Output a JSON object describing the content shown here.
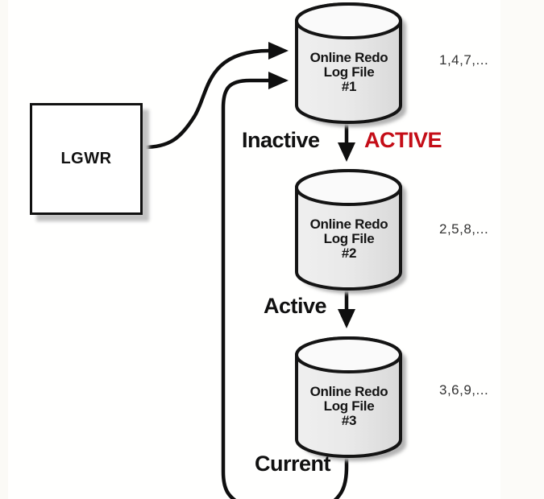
{
  "diagram": {
    "title_hint": "LGWR online redo log rotation",
    "lgwr_label": "LGWR",
    "cylinders": [
      {
        "label": "Online Redo\nLog File\n#1",
        "sequence": "1,4,7,..."
      },
      {
        "label": "Online Redo\nLog File\n#2",
        "sequence": "2,5,8,..."
      },
      {
        "label": "Online Redo\nLog File\n#3",
        "sequence": "3,6,9,..."
      }
    ],
    "states": {
      "inactive": "Inactive",
      "active_caps": "ACTIVE",
      "active": "Active",
      "current": "Current"
    },
    "colors": {
      "active_red": "#c40d17",
      "line_black": "#0f0f0f",
      "cylinder_body": "#e8e8e8",
      "cylinder_top": "#fafafa",
      "shadow_gray": "#b3b3b3"
    }
  }
}
